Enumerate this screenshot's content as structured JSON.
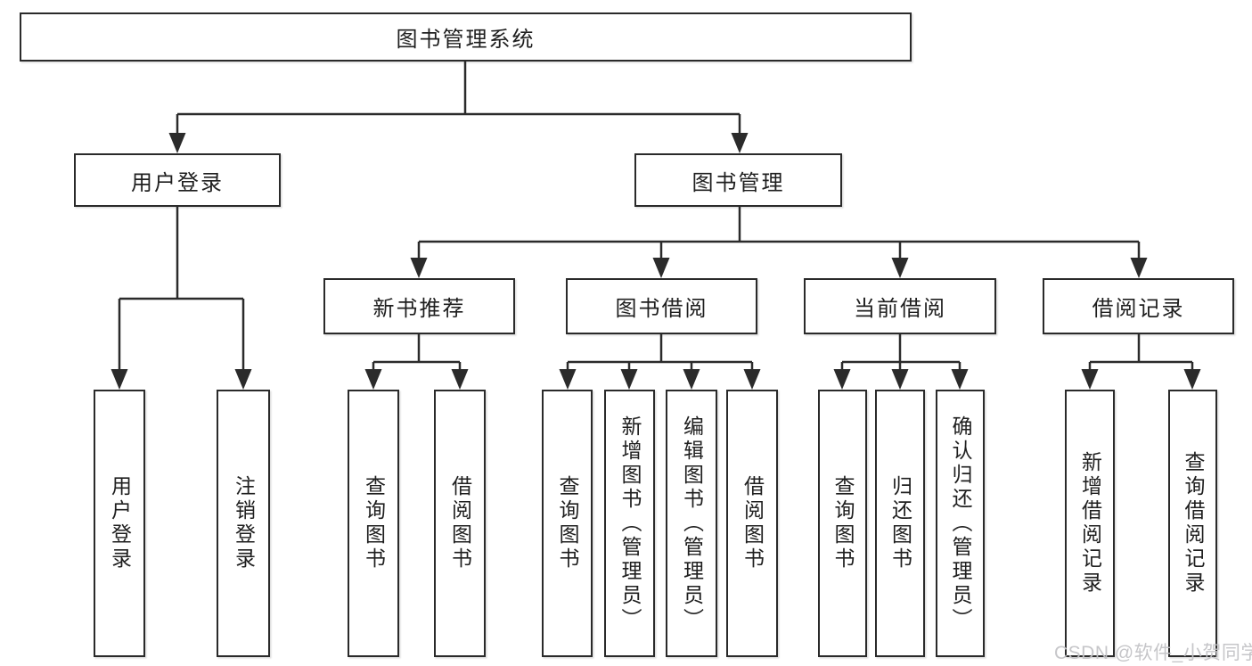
{
  "diagram": {
    "root": {
      "label": "图书管理系统"
    },
    "level2": [
      {
        "label": "用户登录"
      },
      {
        "label": "图书管理"
      }
    ],
    "level3": [
      {
        "label": "新书推荐"
      },
      {
        "label": "图书借阅"
      },
      {
        "label": "当前借阅"
      },
      {
        "label": "借阅记录"
      }
    ],
    "leaves": [
      {
        "label": "用户登录"
      },
      {
        "label": "注销登录"
      },
      {
        "label": "查询图书"
      },
      {
        "label": "借阅图书"
      },
      {
        "label": "查询图书"
      },
      {
        "label": "新增图书（管理员）"
      },
      {
        "label": "编辑图书（管理员）"
      },
      {
        "label": "借阅图书"
      },
      {
        "label": "查询图书"
      },
      {
        "label": "归还图书"
      },
      {
        "label": "确认归还（管理员）"
      },
      {
        "label": "新增借阅记录"
      },
      {
        "label": "查询借阅记录"
      }
    ],
    "watermark": "CSDN @软件_小贺同学",
    "colors": {
      "line": "#2b2b2b",
      "box_border": "#2a2a2a",
      "box_background": "#ffffff",
      "text": "#1f1f1f",
      "watermark": "#c3c3c6",
      "background": "#ffffff"
    }
  }
}
